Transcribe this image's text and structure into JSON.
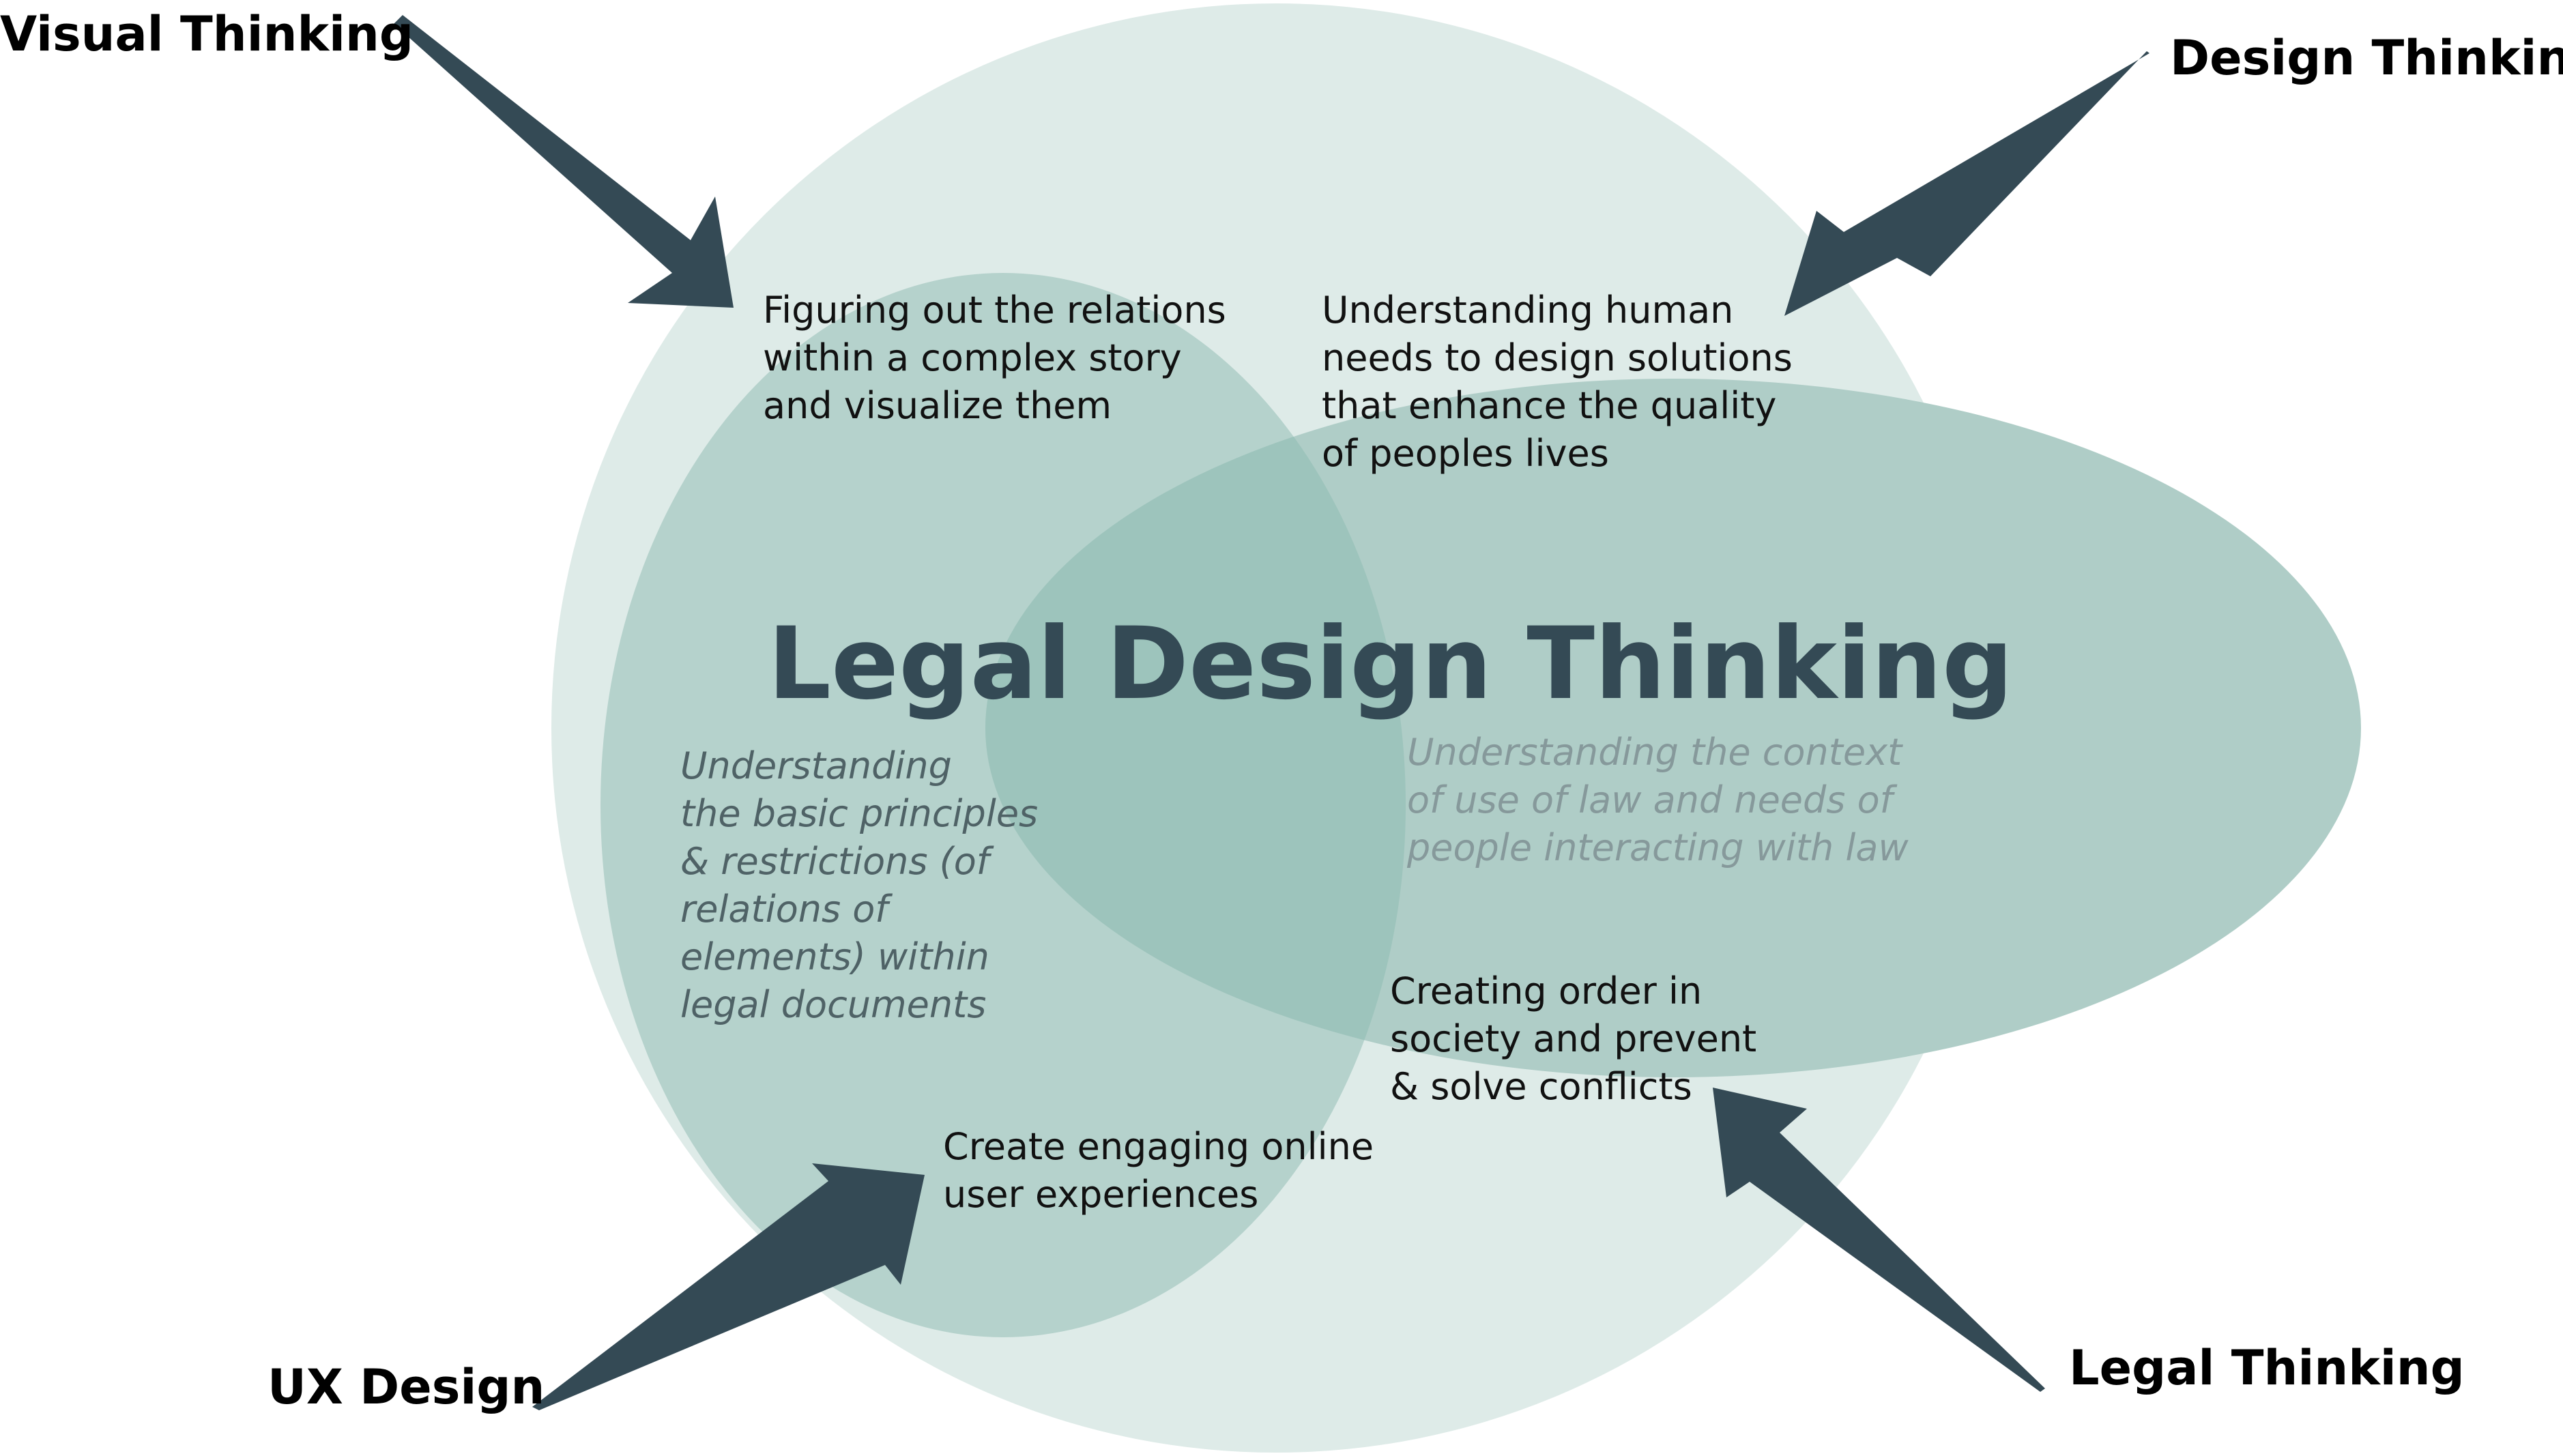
{
  "title": "Legal Design Thinking",
  "colors": {
    "outer_circle": "#deebe8",
    "ellipse_left": "#b5d2cc",
    "ellipse_right": "#afcdc7",
    "overlap": "#9dc4bc",
    "arrow": "#344a55",
    "title": "#344a55"
  },
  "corner_labels": {
    "visual_thinking": "Visual Thinking",
    "design_thinking": "Design Thinking",
    "ux_design": "UX Design",
    "legal_thinking": "Legal Thinking"
  },
  "descriptions": {
    "visual": "Figuring out the relations\nwithin a complex story\nand visualize them",
    "design": "Understanding human\nneeds to design solutions\nthat enhance the quality\nof peoples lives",
    "ux_italic": "Understanding\nthe basic principles\n& restrictions (of\nrelations of\nelements) within\n legal documents",
    "legal_italic": "Understanding the context\nof use of law and needs of\npeople interacting with law",
    "legal": "Creating order in\nsociety and prevent\n& solve conflicts",
    "ux": "Create engaging online\nuser experiences"
  }
}
